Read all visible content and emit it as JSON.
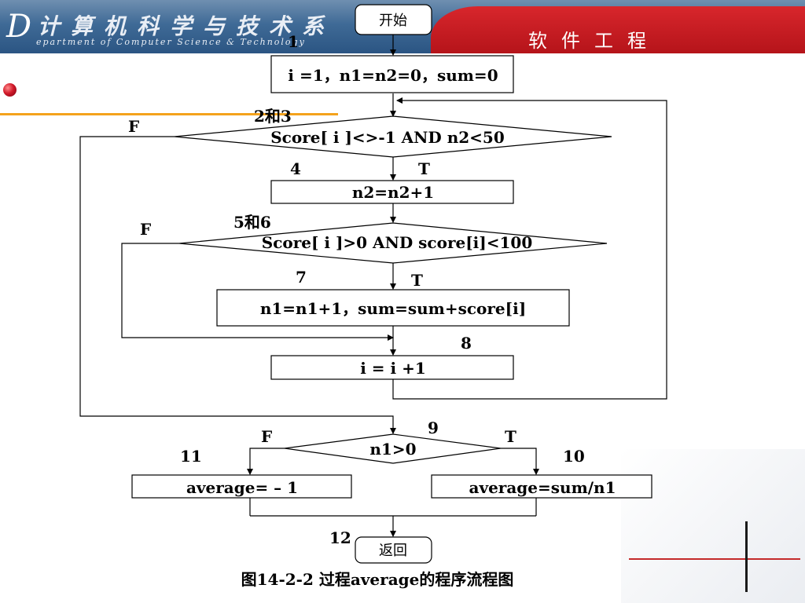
{
  "header": {
    "logo_letter": "D",
    "department_cn": "计算机科学与技术系",
    "department_en": "epartment of Computer Science & Technology",
    "course": "软件工程"
  },
  "flowchart": {
    "start": "开始",
    "end": "返回",
    "nodes": {
      "n1": "i =1，n1=n2=0，sum=0",
      "n2_3": "Score[ i ]<>-1 AND n2<50",
      "n4": "n2=n2+1",
      "n5_6": "Score[ i ]>0 AND score[i]<100",
      "n7": "n1=n1+1，sum=sum+score[i]",
      "n8": "i = i +1",
      "n9": "n1>0",
      "n10": "average=sum/n1",
      "n11": "average= – 1"
    },
    "labels": {
      "l1": "1",
      "l2_3": "2和3",
      "l4": "4",
      "l5_6": "5和6",
      "l7": "7",
      "l8": "8",
      "l9": "9",
      "l10": "10",
      "l11": "11",
      "l12": "12",
      "true": "T",
      "false": "F"
    }
  },
  "caption": "图14-2-2  过程average的程序流程图",
  "colors": {
    "header_blue": "#3f6a96",
    "header_red": "#c41b20",
    "accent_orange": "#f4a21c",
    "bullet_red": "#d21a2a"
  }
}
